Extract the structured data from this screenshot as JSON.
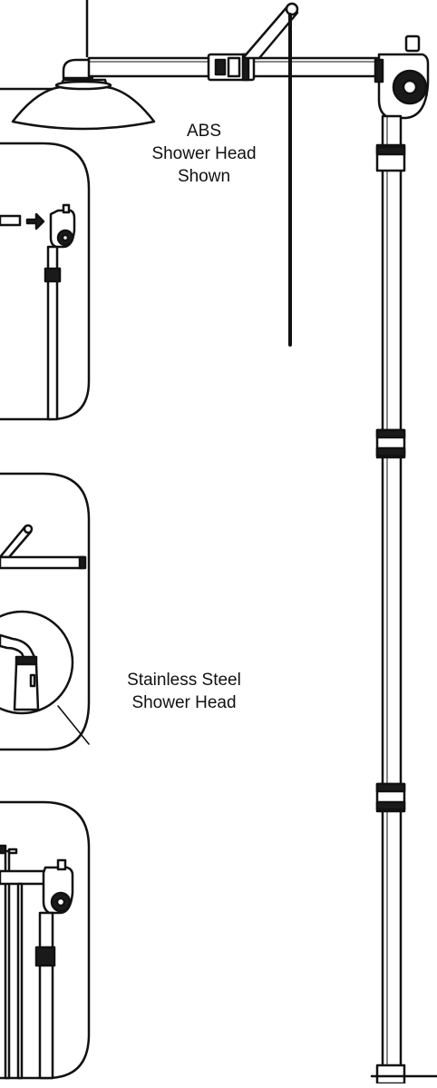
{
  "labels": {
    "abs_line1": "ABS",
    "abs_line2": "Shower Head",
    "abs_line3": "Shown",
    "ss_line1": "Stainless Steel",
    "ss_line2": "Shower Head"
  },
  "colors": {
    "stroke": "#111111",
    "fill": "#ffffff",
    "accent_fill": "#1a1a1a"
  }
}
